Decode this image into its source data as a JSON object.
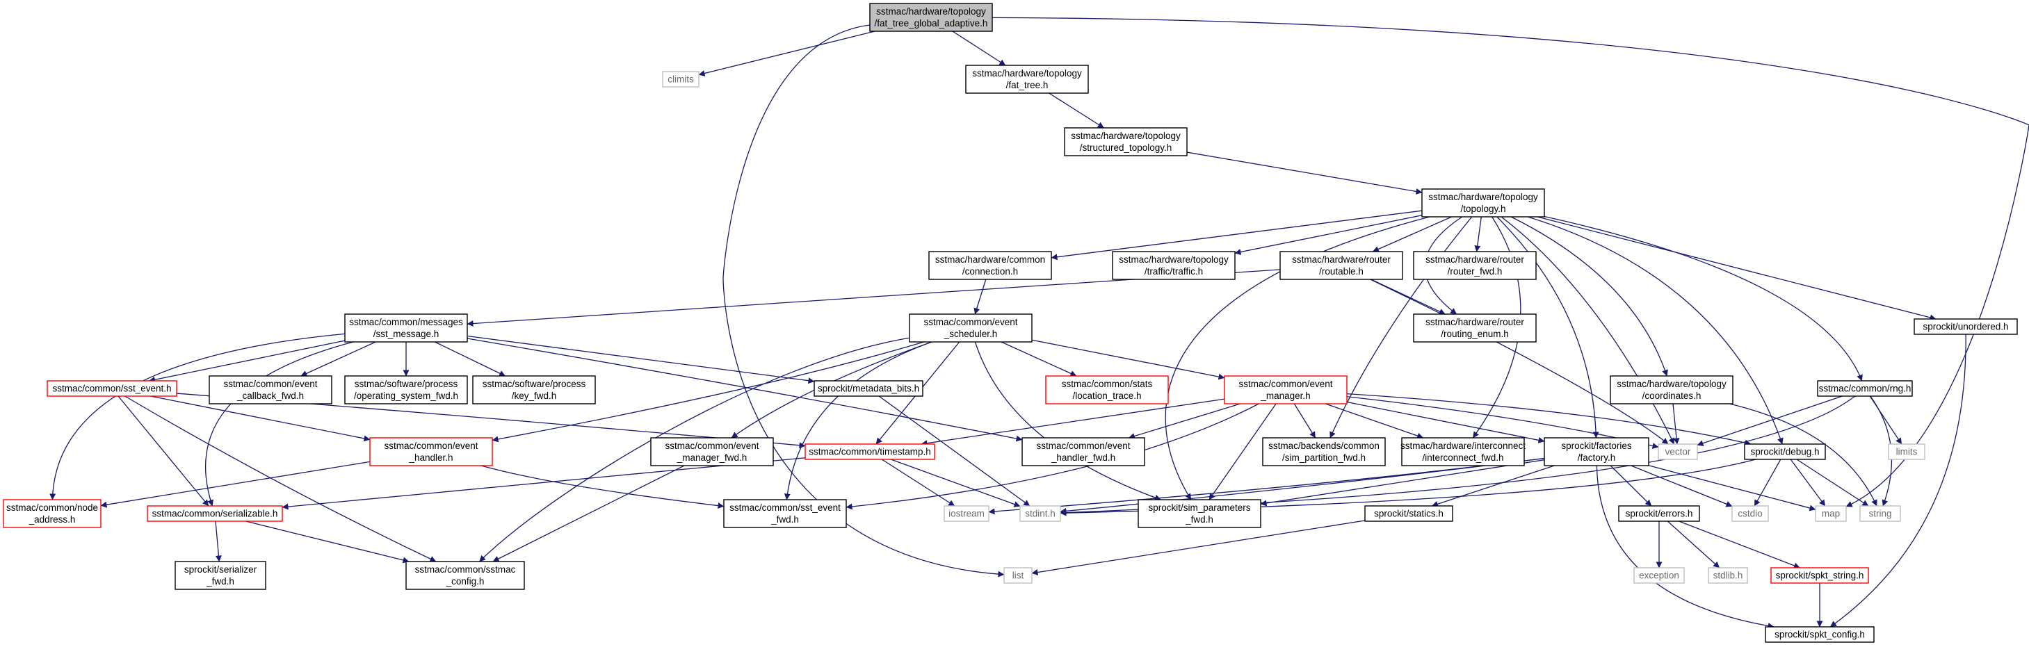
{
  "graph": {
    "title": "sstmac/hardware/topology/fat_tree_global_adaptive.h",
    "colors": {
      "edge": "#191970",
      "root_fill": "#bfbfbf",
      "normal_border": "#000000",
      "undocumented_border": "#ff0000",
      "system_border": "#bfbfbf",
      "system_text": "#6b6b6b"
    },
    "nodes": [
      {
        "id": "root",
        "kind": "root",
        "lines": [
          "sstmac/hardware/topology",
          "/fat_tree_global_adaptive.h"
        ]
      },
      {
        "id": "climits",
        "kind": "system",
        "lines": [
          "climits"
        ]
      },
      {
        "id": "fat_tree",
        "kind": "normal",
        "lines": [
          "sstmac/hardware/topology",
          "/fat_tree.h"
        ]
      },
      {
        "id": "structured_topology",
        "kind": "normal",
        "lines": [
          "sstmac/hardware/topology",
          "/structured_topology.h"
        ]
      },
      {
        "id": "topology",
        "kind": "normal",
        "lines": [
          "sstmac/hardware/topology",
          "/topology.h"
        ]
      },
      {
        "id": "connection",
        "kind": "normal",
        "lines": [
          "sstmac/hardware/common",
          "/connection.h"
        ]
      },
      {
        "id": "traffic",
        "kind": "normal",
        "lines": [
          "sstmac/hardware/topology",
          "/traffic/traffic.h"
        ]
      },
      {
        "id": "routable",
        "kind": "normal",
        "lines": [
          "sstmac/hardware/router",
          "/routable.h"
        ]
      },
      {
        "id": "router_fwd",
        "kind": "normal",
        "lines": [
          "sstmac/hardware/router",
          "/router_fwd.h"
        ]
      },
      {
        "id": "routing_enum",
        "kind": "normal",
        "lines": [
          "sstmac/hardware/router",
          "/routing_enum.h"
        ]
      },
      {
        "id": "unordered",
        "kind": "normal",
        "lines": [
          "sprockit/unordered.h"
        ]
      },
      {
        "id": "sst_message",
        "kind": "normal",
        "lines": [
          "sstmac/common/messages",
          "/sst_message.h"
        ]
      },
      {
        "id": "event_scheduler",
        "kind": "normal",
        "lines": [
          "sstmac/common/event",
          "_scheduler.h"
        ]
      },
      {
        "id": "sst_event",
        "kind": "undocumented",
        "lines": [
          "sstmac/common/sst_event.h"
        ]
      },
      {
        "id": "event_callback_fwd",
        "kind": "normal",
        "lines": [
          "sstmac/common/event",
          "_callback_fwd.h"
        ]
      },
      {
        "id": "operating_system_fwd",
        "kind": "normal",
        "lines": [
          "sstmac/software/process",
          "/operating_system_fwd.h"
        ]
      },
      {
        "id": "key_fwd",
        "kind": "normal",
        "lines": [
          "sstmac/software/process",
          "/key_fwd.h"
        ]
      },
      {
        "id": "metadata_bits",
        "kind": "normal",
        "lines": [
          "sprockit/metadata_bits.h"
        ]
      },
      {
        "id": "location_trace",
        "kind": "undocumented",
        "lines": [
          "sstmac/common/stats",
          "/location_trace.h"
        ]
      },
      {
        "id": "event_manager",
        "kind": "undocumented",
        "lines": [
          "sstmac/common/event",
          "_manager.h"
        ]
      },
      {
        "id": "coordinates",
        "kind": "normal",
        "lines": [
          "sstmac/hardware/topology",
          "/coordinates.h"
        ]
      },
      {
        "id": "rng",
        "kind": "normal",
        "lines": [
          "sstmac/common/rng.h"
        ]
      },
      {
        "id": "event_handler",
        "kind": "undocumented",
        "lines": [
          "sstmac/common/event",
          "_handler.h"
        ]
      },
      {
        "id": "event_manager_fwd",
        "kind": "normal",
        "lines": [
          "sstmac/common/event",
          "_manager_fwd.h"
        ]
      },
      {
        "id": "timestamp",
        "kind": "undocumented",
        "lines": [
          "sstmac/common/timestamp.h"
        ]
      },
      {
        "id": "event_handler_fwd",
        "kind": "normal",
        "lines": [
          "sstmac/common/event",
          "_handler_fwd.h"
        ]
      },
      {
        "id": "sim_partition_fwd",
        "kind": "normal",
        "lines": [
          "sstmac/backends/common",
          "/sim_partition_fwd.h"
        ]
      },
      {
        "id": "interconnect_fwd",
        "kind": "normal",
        "lines": [
          "sstmac/hardware/interconnect",
          "/interconnect_fwd.h"
        ]
      },
      {
        "id": "factory",
        "kind": "normal",
        "lines": [
          "sprockit/factories",
          "/factory.h"
        ]
      },
      {
        "id": "vector",
        "kind": "system",
        "lines": [
          "vector"
        ]
      },
      {
        "id": "debug",
        "kind": "normal",
        "lines": [
          "sprockit/debug.h"
        ]
      },
      {
        "id": "limits",
        "kind": "system",
        "lines": [
          "limits"
        ]
      },
      {
        "id": "node_address",
        "kind": "undocumented",
        "lines": [
          "sstmac/common/node",
          "_address.h"
        ]
      },
      {
        "id": "serializable",
        "kind": "undocumented",
        "lines": [
          "sstmac/common/serializable.h"
        ]
      },
      {
        "id": "sst_event_fwd",
        "kind": "normal",
        "lines": [
          "sstmac/common/sst_event",
          "_fwd.h"
        ]
      },
      {
        "id": "iostream",
        "kind": "system",
        "lines": [
          "iostream"
        ]
      },
      {
        "id": "stdint",
        "kind": "system",
        "lines": [
          "stdint.h"
        ]
      },
      {
        "id": "sim_parameters_fwd",
        "kind": "normal",
        "lines": [
          "sprockit/sim_parameters",
          "_fwd.h"
        ]
      },
      {
        "id": "statics",
        "kind": "normal",
        "lines": [
          "sprockit/statics.h"
        ]
      },
      {
        "id": "errors",
        "kind": "normal",
        "lines": [
          "sprockit/errors.h"
        ]
      },
      {
        "id": "cstdio",
        "kind": "system",
        "lines": [
          "cstdio"
        ]
      },
      {
        "id": "map",
        "kind": "system",
        "lines": [
          "map"
        ]
      },
      {
        "id": "string",
        "kind": "system",
        "lines": [
          "string"
        ]
      },
      {
        "id": "serializer_fwd",
        "kind": "normal",
        "lines": [
          "sprockit/serializer",
          "_fwd.h"
        ]
      },
      {
        "id": "sstmac_config",
        "kind": "normal",
        "lines": [
          "sstmac/common/sstmac",
          "_config.h"
        ]
      },
      {
        "id": "list",
        "kind": "system",
        "lines": [
          "list"
        ]
      },
      {
        "id": "exception",
        "kind": "system",
        "lines": [
          "exception"
        ]
      },
      {
        "id": "stdlib",
        "kind": "system",
        "lines": [
          "stdlib.h"
        ]
      },
      {
        "id": "spkt_string",
        "kind": "undocumented",
        "lines": [
          "sprockit/spkt_string.h"
        ]
      },
      {
        "id": "spkt_config",
        "kind": "normal",
        "lines": [
          "sprockit/spkt_config.h"
        ]
      }
    ]
  }
}
